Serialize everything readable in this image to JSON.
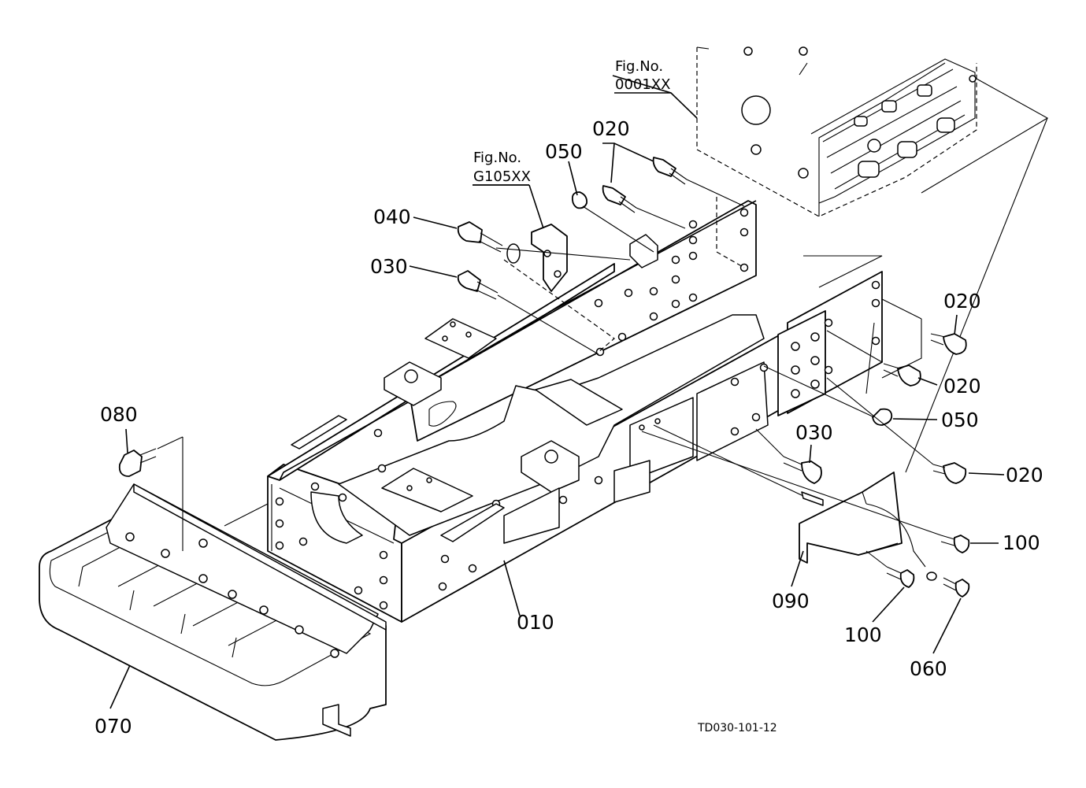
{
  "figure": {
    "code": "TD030-101-12",
    "refs": [
      {
        "title": "Fig.No.",
        "number": "0001XX"
      },
      {
        "title": "Fig.No.",
        "number": "G105XX"
      }
    ]
  },
  "callouts": {
    "c010": "010",
    "c020_a": "020",
    "c020_b": "020",
    "c020_c": "020",
    "c020_d": "020",
    "c030_a": "030",
    "c030_b": "030",
    "c040": "040",
    "c050_a": "050",
    "c050_b": "050",
    "c060": "060",
    "c070": "070",
    "c080": "080",
    "c090": "090",
    "c100_a": "100",
    "c100_b": "100"
  }
}
